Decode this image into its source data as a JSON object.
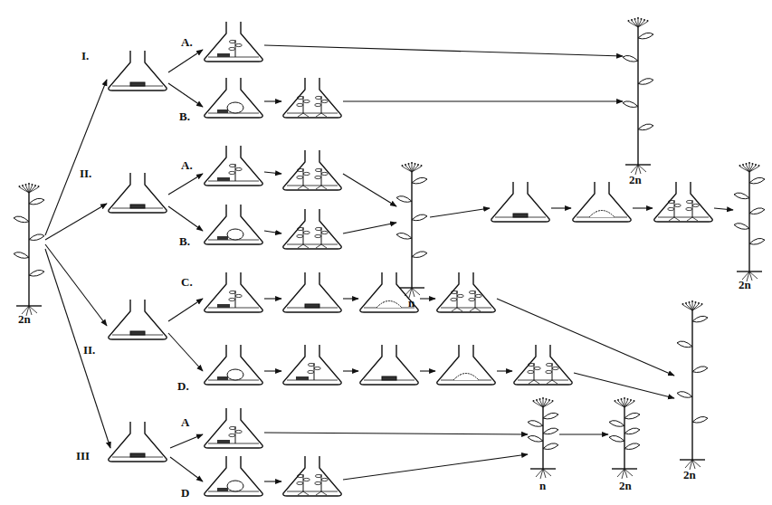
{
  "diagram": {
    "labels": [
      "2n",
      "I.",
      "A.",
      "B.",
      "2n",
      "II.",
      "A.",
      "B.",
      "n",
      "2n",
      "II.",
      "C.",
      "D.",
      "2n",
      "III",
      "A",
      "D",
      "n",
      "2n"
    ]
  }
}
